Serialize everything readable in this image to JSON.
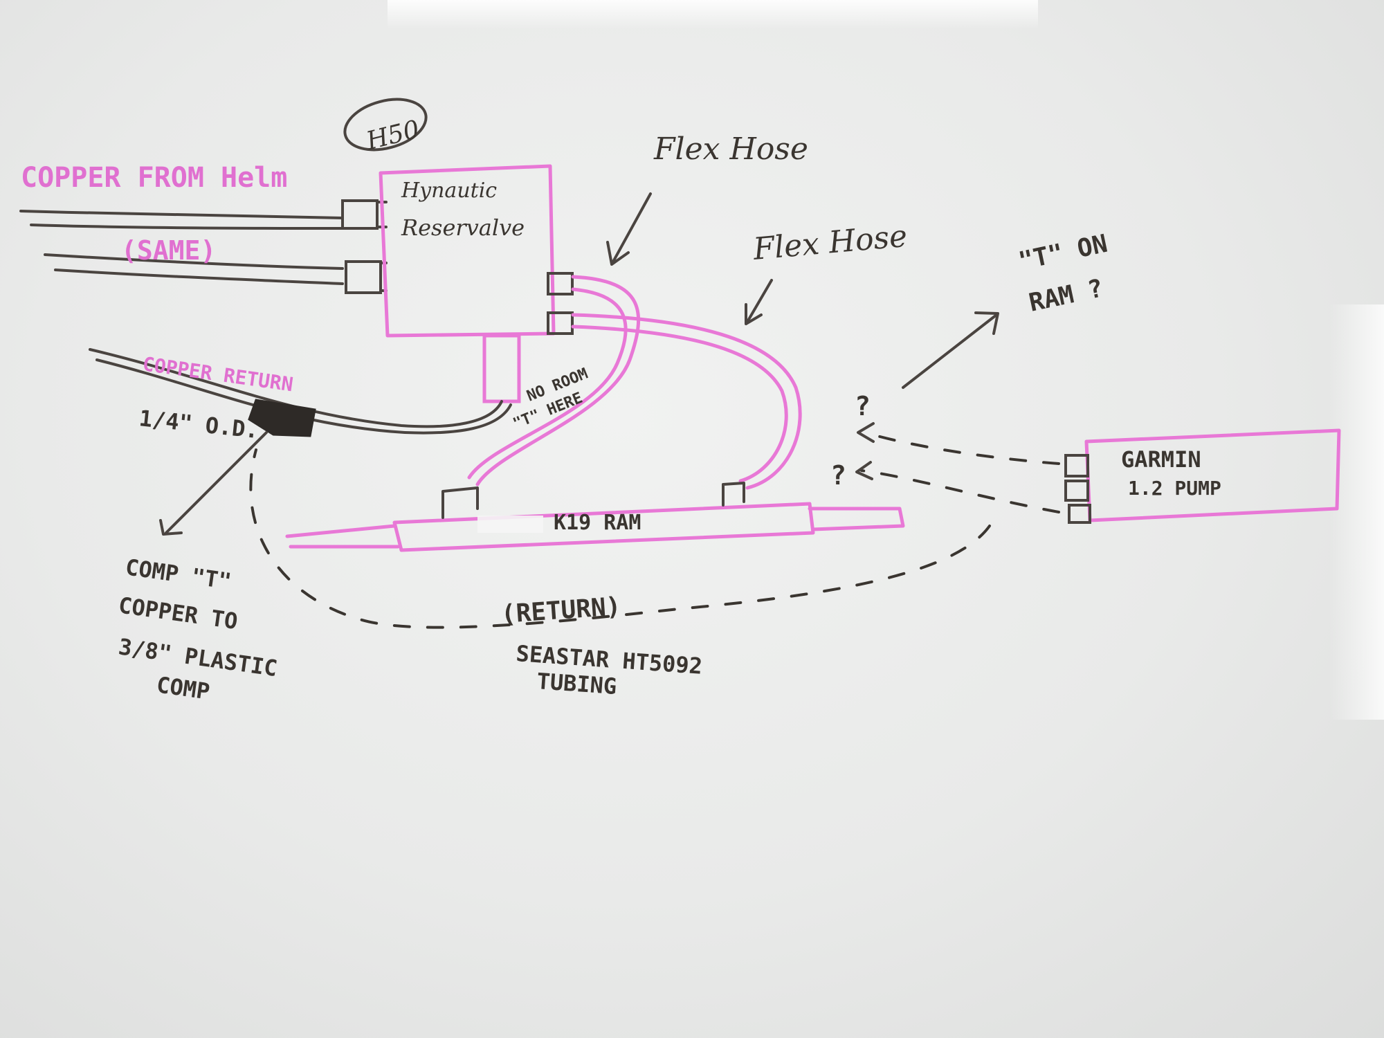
{
  "labels": {
    "h50": "H50",
    "copper_from_helm": "COPPER FROM Helm",
    "same": "(SAME)",
    "reservalve_line1": "Hynautic",
    "reservalve_line2": "Reservalve",
    "flex_hose_1": "Flex Hose",
    "flex_hose_2": "Flex Hose",
    "t_on_ram_line1": "\"T\" ON",
    "t_on_ram_line2": "RAM ?",
    "copper_return": "COPPER RETURN",
    "quarter_od": "1/4\" O.D.",
    "no_room_line1": "NO ROOM",
    "no_room_line2": "\"T\" HERE",
    "question_1": "?",
    "question_2": "?",
    "garmin_line1": "GARMIN",
    "garmin_line2": "1.2 PUMP",
    "k19_ram": "K19 RAM",
    "comp_t_line1": "COMP \"T\"",
    "comp_t_line2": "COPPER TO",
    "comp_t_line3": "3/8\" PLASTIC",
    "comp_t_line4": "COMP",
    "return": "(RETURN)",
    "seastar_line1": "SEASTAR HT5092",
    "seastar_line2": "TUBING"
  },
  "colors": {
    "board": "#eaebea",
    "pink_marker": "#e878d6",
    "dark_marker": "#3a3530"
  }
}
